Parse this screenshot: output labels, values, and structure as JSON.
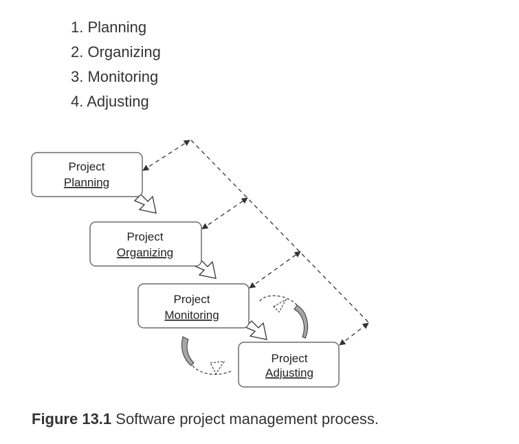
{
  "list": {
    "items": [
      "1. Planning",
      "2. Organizing",
      "3. Monitoring",
      "4. Adjusting"
    ]
  },
  "diagram": {
    "boxes": [
      {
        "line1": "Project",
        "line2": "Planning"
      },
      {
        "line1": "Project",
        "line2": "Organizing"
      },
      {
        "line1": "Project",
        "line2": "Monitoring"
      },
      {
        "line1": "Project",
        "line2": "Adjusting"
      }
    ],
    "colors": {
      "box_stroke": "#6b6b6b",
      "line": "#333333",
      "curved_arrow_fill": "#a6a6a6"
    }
  },
  "caption": {
    "label": "Figure 13.1",
    "text": " Software project management process."
  }
}
